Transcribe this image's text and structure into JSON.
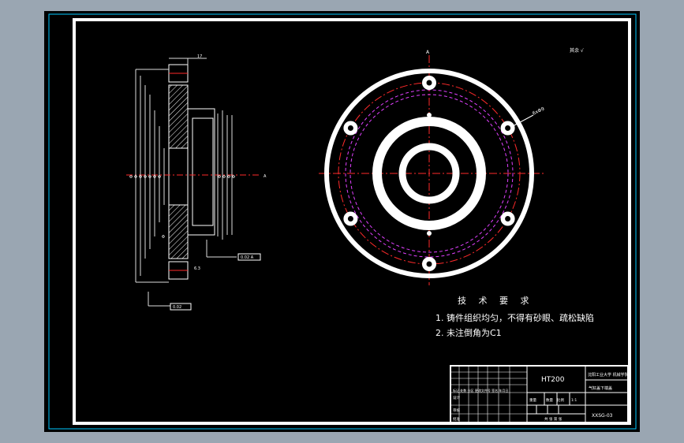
{
  "drawing": {
    "colors": {
      "background": "#000000",
      "chrome": "#9aa6b2",
      "outer_frame": "#00c8ff",
      "frame_line": "#ffffff",
      "center_line": "#ff2a2a",
      "hidden_circle": "#e040ff",
      "dim_line": "#dddddd",
      "hatch": "#ffffff"
    },
    "side_view": {
      "left_dims": [
        "Φ",
        "Φ",
        "Φ",
        "Φ",
        "Φ",
        "Φ",
        "Φ"
      ],
      "right_dims": [
        "Φ",
        "Φ",
        "Φ",
        "Φ"
      ],
      "top_dim": "17",
      "section_mark": "A",
      "roughness": "6.3",
      "left_datum": "Φ",
      "tol_box_bottom": "0.02",
      "tol_box_right": "0.02 A"
    },
    "front_view": {
      "top_center_label": "A",
      "leader_label": "6xΦ9",
      "corner_label": "其余 √"
    },
    "tech_requirements": {
      "title": "技 术 要 求",
      "items": [
        "1. 铸件组织均匀，不得有砂眼、疏松缺陷",
        "2. 未注倒角为C1"
      ]
    },
    "title_block": {
      "material": "HT200",
      "school": "沈阳工业大学 机械学院",
      "part_name": "气缸盖下端盖",
      "drawing_no": "XXSG-03",
      "scale_label": "比例",
      "scale_value": "1:1",
      "designer_label": "设计",
      "checker_label": "审核",
      "approve_label": "批准",
      "weight_label": "重量",
      "count_label": "数量",
      "sheet_label": "共 张 第 张",
      "rows_label": "标记 处数 分区 更改文件号 签名 年月日"
    }
  }
}
